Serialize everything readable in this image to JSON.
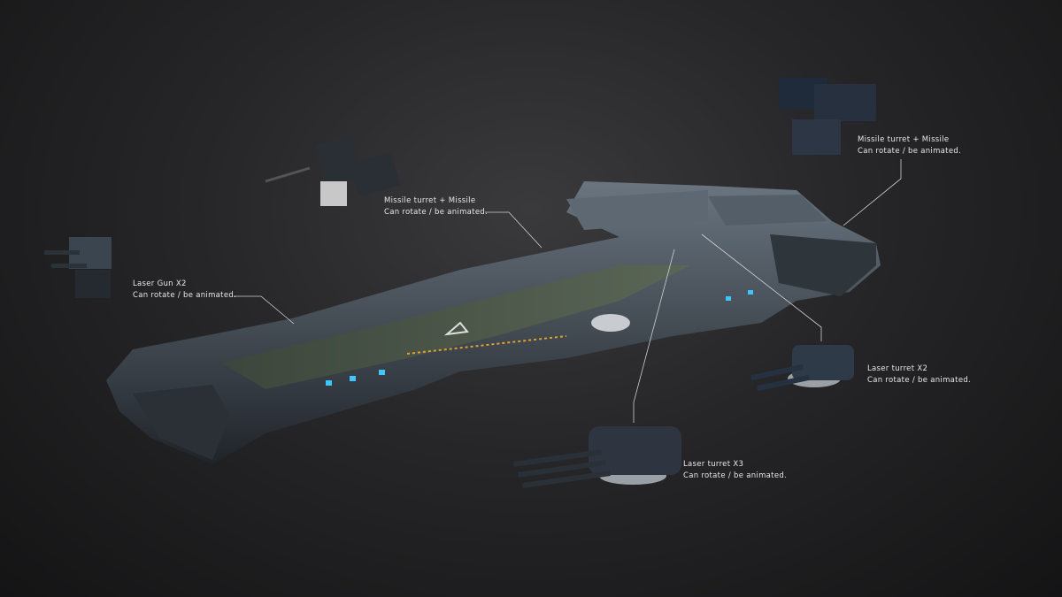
{
  "annotations": [
    {
      "title": "Laser Gun X2",
      "subtitle": "Can rotate / be animated."
    },
    {
      "title": "Missile turret + Missile",
      "subtitle": "Can rotate / be animated."
    },
    {
      "title": "Missile turret + Missile",
      "subtitle": "Can rotate / be animated."
    },
    {
      "title": "Laser turret X2",
      "subtitle": "Can rotate / be animated."
    },
    {
      "title": "Laser turret X3",
      "subtitle": "Can rotate / be animated."
    }
  ],
  "colors": {
    "hull": "#4a5560",
    "deck": "#4f5a48",
    "accent": "#3fc6ff",
    "line": "#cfcfcf"
  }
}
